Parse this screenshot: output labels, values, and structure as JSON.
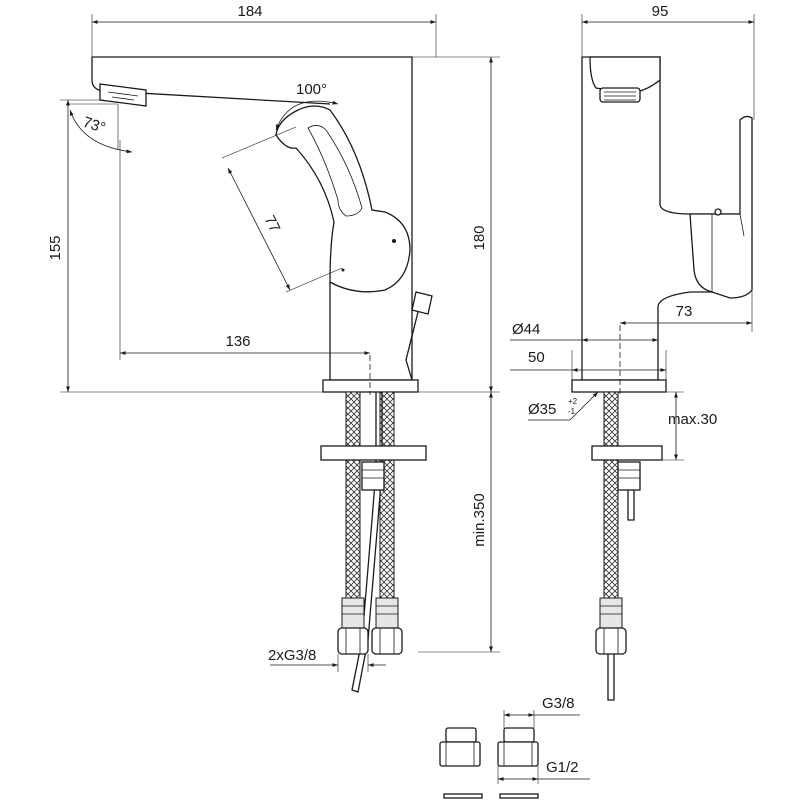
{
  "dimensions": {
    "front_width": "184",
    "side_width": "95",
    "spout_angle": "100°",
    "aerator_angle": "73°",
    "front_height": "155",
    "lever_length": "77",
    "total_height": "180",
    "spout_reach": "136",
    "side_depth": "73",
    "hole_diameter_44": "Ø44",
    "base_width": "50",
    "hole_diameter_35": "Ø35",
    "tol_plus": "+2",
    "tol_minus": "-1",
    "max_deck": "max.30",
    "hose_length": "min.350",
    "hose_thread": "2xG3/8",
    "adapter_in": "G3/8",
    "adapter_out": "G1/2"
  }
}
